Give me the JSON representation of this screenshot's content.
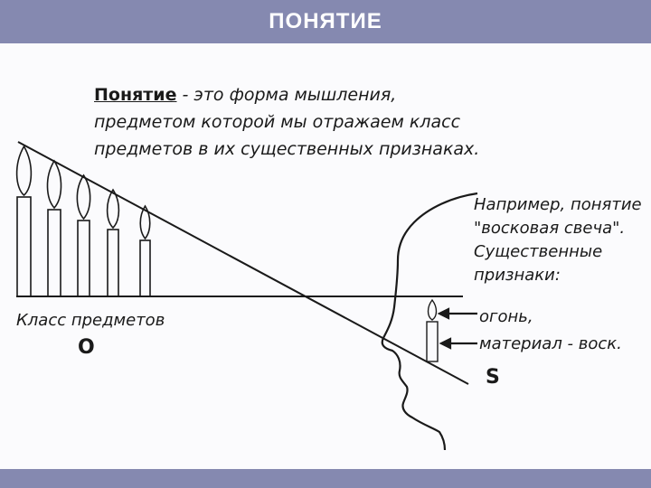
{
  "slide": {
    "title": "ПОНЯТИЕ"
  },
  "definition": {
    "term": "Понятие",
    "rest_line1": " - это форма мышления,",
    "line2": "предметом которой мы отражаем класс",
    "line3": "предметов в их существенных признаках."
  },
  "example": {
    "lines": [
      "Например, понятие",
      "\"восковая свеча\".",
      "Существенные",
      "признаки:"
    ],
    "attributes": [
      "огонь,",
      "материал - воск."
    ]
  },
  "diagram": {
    "class_label": "Класс предметов",
    "object_letter": "О",
    "subject_letter": "S"
  },
  "colors": {
    "bar": "#8589b0",
    "ink": "#1a1a1a"
  }
}
